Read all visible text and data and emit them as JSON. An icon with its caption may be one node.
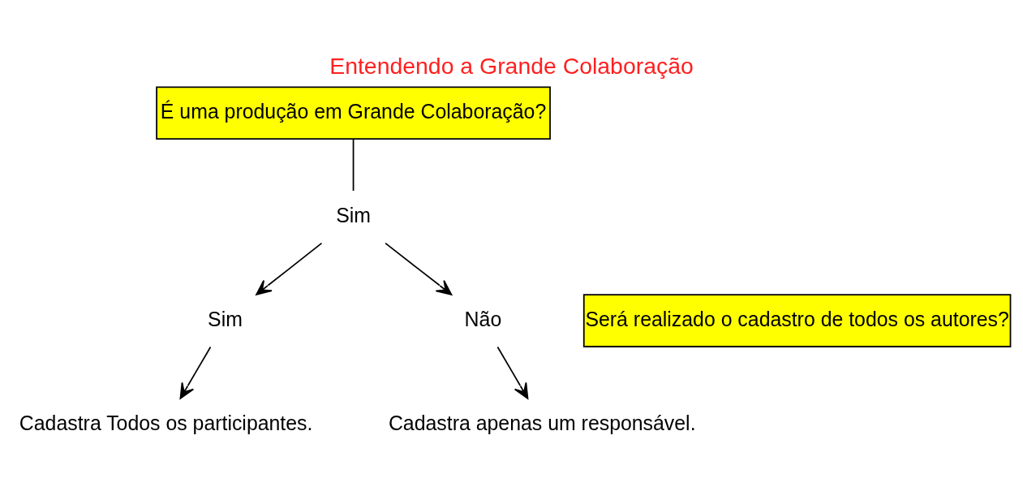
{
  "diagram": {
    "title": "Entendendo a Grande Colaboração",
    "nodes": [
      {
        "text": [
          "É uma produção em Grande Colaboração?"
        ]
      },
      {
        "text": [
          "Sim"
        ]
      },
      {
        "text": [
          "Será realizado o cadastro de todos os autores?"
        ]
      },
      {
        "text": [
          "Sim"
        ]
      },
      {
        "text": [
          "Não"
        ]
      },
      {
        "text": [
          "Cadastra Todos os participantes."
        ]
      },
      {
        "text": [
          "Cadastra apenas um responsável."
        ]
      }
    ],
    "edges": [
      {
        "from": 0,
        "to": 1,
        "arrow": "none"
      },
      {
        "from": 1,
        "to": 3,
        "arrow": "to"
      },
      {
        "from": 1,
        "to": 4,
        "arrow": "to"
      },
      {
        "from": 3,
        "to": 5,
        "arrow": "to"
      },
      {
        "from": 4,
        "to": 6,
        "arrow": "to"
      }
    ]
  }
}
